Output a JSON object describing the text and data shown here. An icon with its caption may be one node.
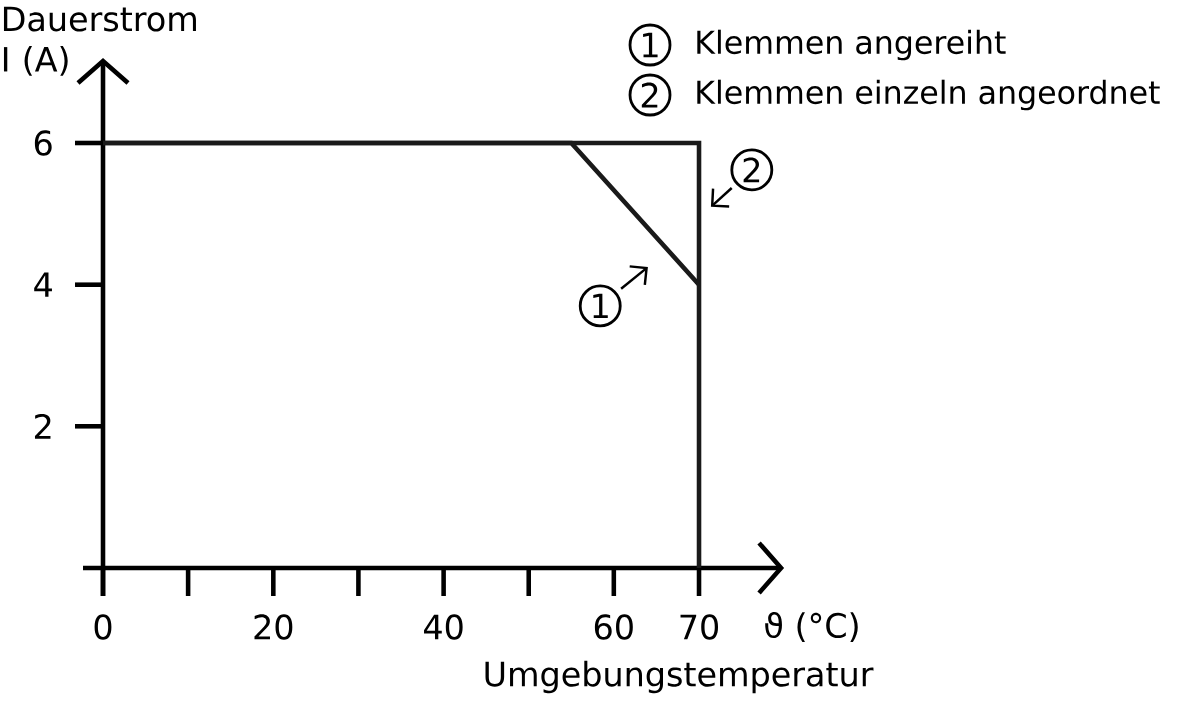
{
  "diagram": {
    "chart_data": {
      "type": "line",
      "xlabel": "Umgebungstemperatur",
      "ylabel": "Dauerstrom I (A)",
      "x": [
        0,
        55,
        70,
        70
      ],
      "series": [
        {
          "color": "#1a1a1a",
          "values": [
            6,
            6,
            4,
            null
          ]
        },
        {
          "color": "#1a1a1a",
          "values": [
            6,
            6,
            6,
            0
          ]
        }
      ],
      "xlim": [
        0,
        80
      ],
      "ylim": [
        0,
        7.2
      ],
      "xticks": [
        {
          "value": 0,
          "label": "0"
        },
        {
          "value": 20,
          "label": "20"
        },
        {
          "value": 40,
          "label": "40"
        },
        {
          "value": 60,
          "label": "60"
        },
        {
          "value": 70,
          "label": "70"
        }
      ],
      "yticks": [
        {
          "value": 2,
          "label": "2"
        },
        {
          "value": 4,
          "label": "4"
        },
        {
          "value": 6,
          "label": "6"
        }
      ],
      "annotations": [
        {
          "text": "1",
          "x": 58.4,
          "y": 3.7
        },
        {
          "text": "2",
          "x": 76.2,
          "y": 5.62
        }
      ]
    },
    "labels": [
      "1",
      "2",
      "ϑ (°C)"
    ],
    "legend": [
      {
        "text": "Klemmen angereiht"
      },
      {
        "text": "Klemmen einzeln angeordnet"
      }
    ]
  }
}
